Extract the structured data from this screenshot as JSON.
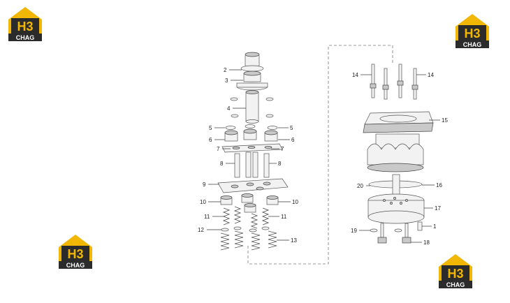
{
  "watermark": {
    "logo_text": "H3",
    "logo_sub": "CHAG",
    "color_gold": "#f2b705",
    "color_dark": "#2b2b2b"
  },
  "callouts": {
    "c1": "1",
    "c2": "2",
    "c3": "3",
    "c4": "4",
    "c5a": "5",
    "c5b": "5",
    "c6a": "6",
    "c6b": "6",
    "c7a": "7",
    "c7b": "7",
    "c8a": "8",
    "c8b": "8",
    "c9": "9",
    "c10a": "10",
    "c10b": "10",
    "c11a": "11",
    "c11b": "11",
    "c12": "12",
    "c13": "13",
    "c14a": "14",
    "c14b": "14",
    "c15": "15",
    "c16": "16",
    "c17": "17",
    "c18": "18",
    "c19": "19",
    "c20": "20"
  }
}
